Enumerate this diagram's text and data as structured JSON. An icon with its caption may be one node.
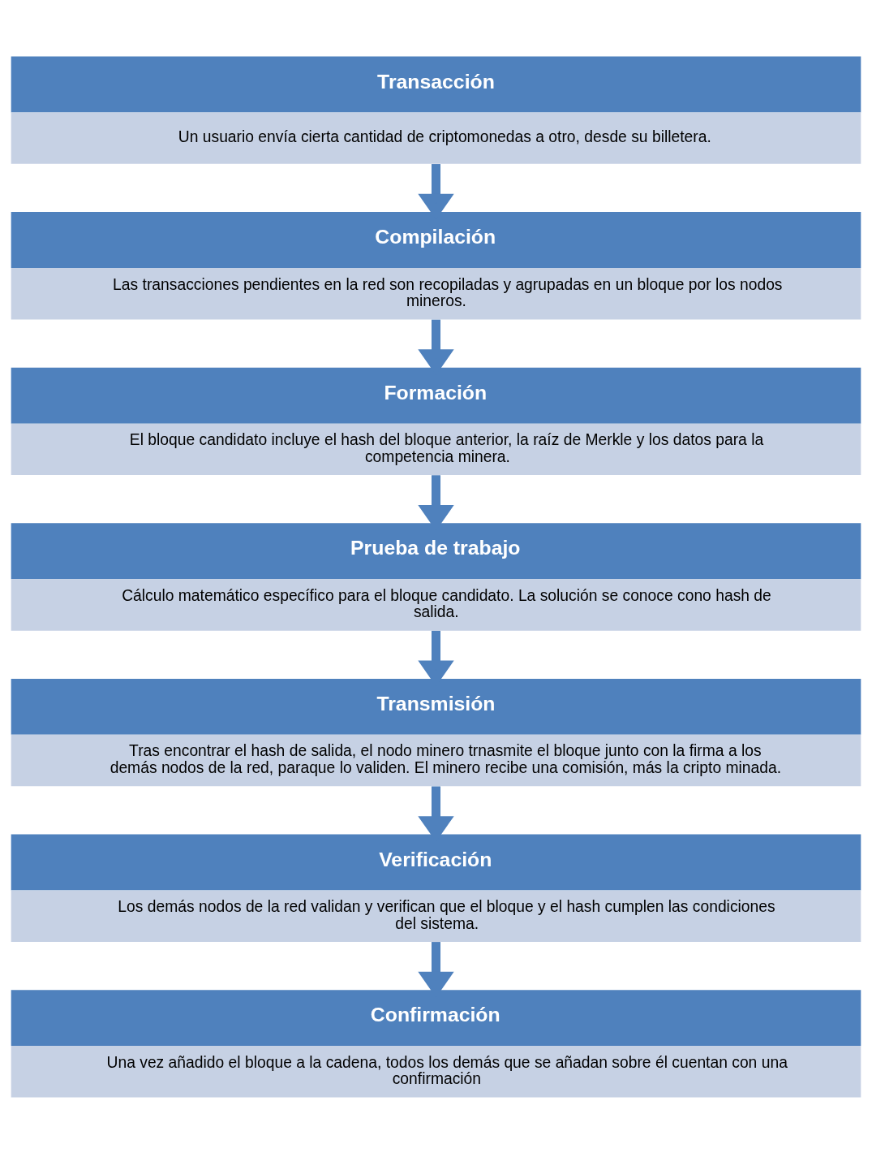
{
  "diagram": {
    "nodes": [
      {
        "text": [
          "Transacción",
          "Un usuario envía cierta cantidad de criptomonedas a otro, desde su billetera."
        ]
      },
      {
        "text": [
          "Compilación",
          "Las transacciones pendientes en la red son recopiladas y agrupadas en un bloque por los nodos mineros."
        ]
      },
      {
        "text": [
          "Formación",
          "El bloque candidato incluye el hash del bloque anterior, la raíz de Merkle y los datos para la competencia minera."
        ]
      },
      {
        "text": [
          "Prueba de trabajo",
          "Cálculo matemático específico para el bloque candidato. La solución se conoce cono hash de salida."
        ]
      },
      {
        "text": [
          "Transmisión",
          "Tras encontrar el hash de salida, el nodo minero trnasmite el bloque junto con la firma a los demás nodos de la red, paraque lo validen. El minero recibe una comisión, más la cripto minada."
        ]
      },
      {
        "text": [
          "Verificación",
          "Los demás nodos de la red validan y verifican que el bloque y el hash cumplen las condiciones del sistema."
        ]
      },
      {
        "text": [
          "Confirmación",
          "Una vez añadido el bloque a la cadena, todos los demás que se añadan sobre él cuentan con una confirmación"
        ]
      }
    ],
    "edges": [
      {
        "from": 0,
        "to": 1,
        "arrow": "to"
      },
      {
        "from": 1,
        "to": 2,
        "arrow": "to"
      },
      {
        "from": 2,
        "to": 3,
        "arrow": "to"
      },
      {
        "from": 3,
        "to": 4,
        "arrow": "to"
      },
      {
        "from": 4,
        "to": 5,
        "arrow": "to"
      },
      {
        "from": 5,
        "to": 6,
        "arrow": "to"
      }
    ]
  }
}
